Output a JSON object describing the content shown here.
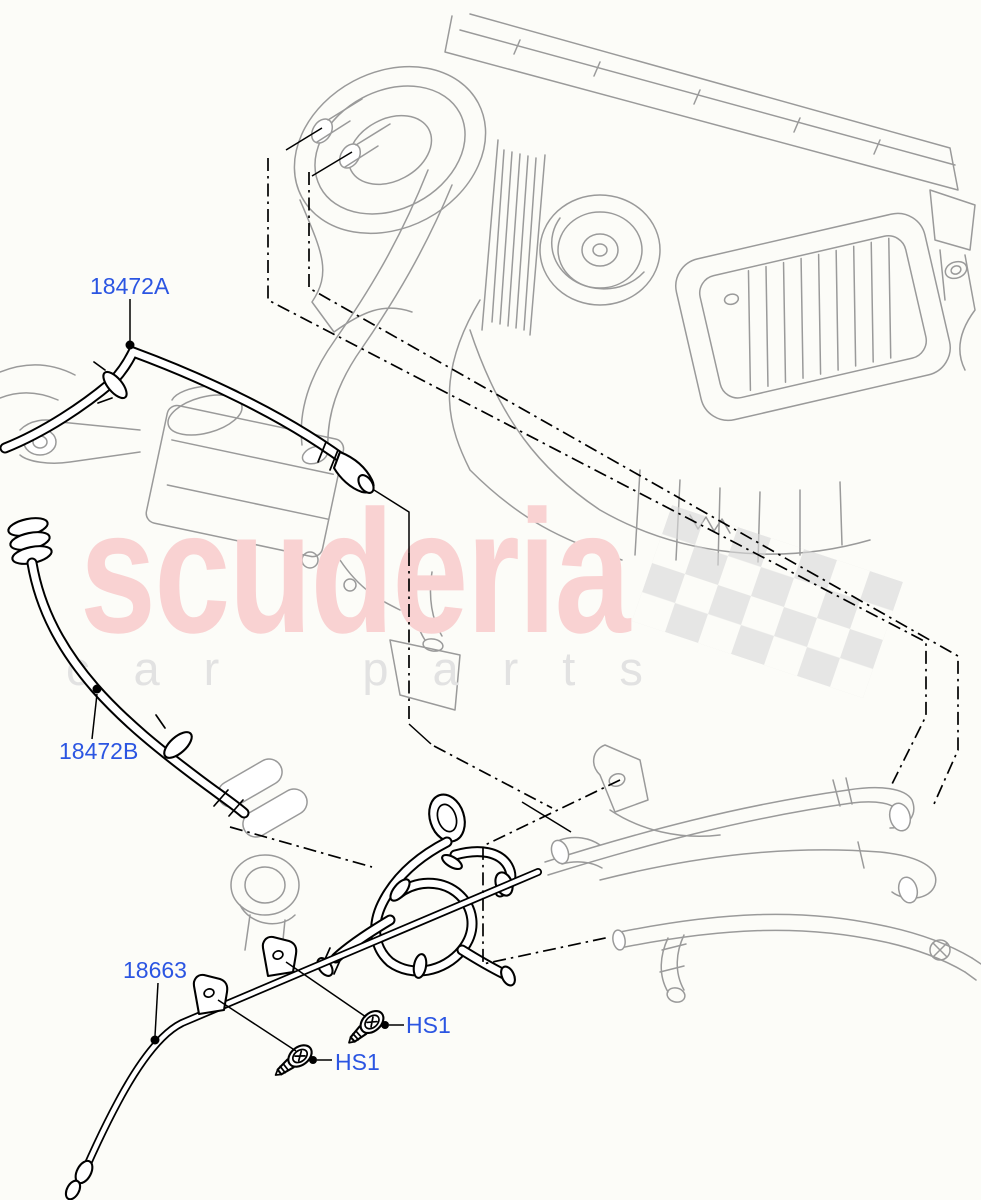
{
  "watermark": {
    "brand": "scuderia",
    "tagline": "car parts"
  },
  "part_labels": {
    "hose_a": "18472A",
    "hose_b": "18472B",
    "pipe": "18663",
    "screw_upper": "HS1",
    "screw_lower": "HS1"
  },
  "colors": {
    "label_blue": "#2b55e2",
    "watermark_pink": "#f9d2d2",
    "tagline_gray": "#e2e2e2",
    "art_gray": "#9a9a9a",
    "art_black": "#000000",
    "flag_gray": "#d9d9d9",
    "background": "#fcfcf8"
  }
}
